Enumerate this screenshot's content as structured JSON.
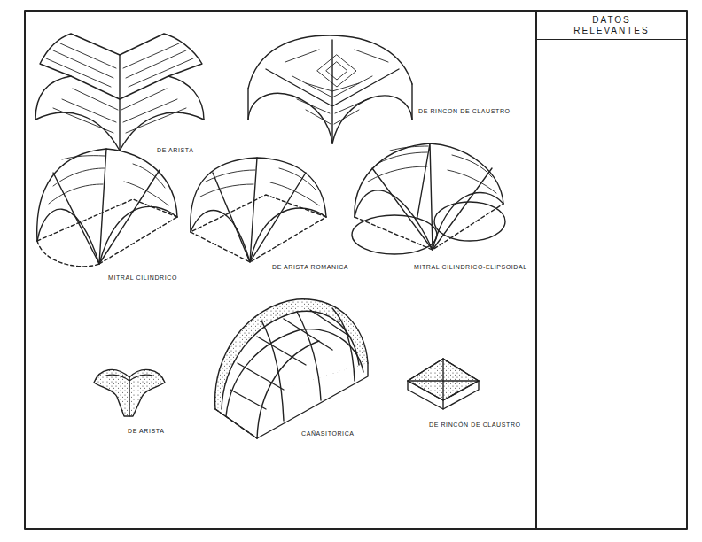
{
  "diagram": {
    "nodes": [
      {
        "text": [
          "DATOS RELEVANTES"
        ]
      }
    ],
    "labels": [
      "DE ARISTA",
      "DE RINCON DE CLAUSTRO",
      "MITRAL CILINDRICO",
      "DE ARISTA ROMANICA",
      "MITRAL CILINDRICO-ELIPSOIDAL",
      "DE ARISTA",
      "CAÑASITORICA",
      "DE RINCÓN DE CLAUSTRO"
    ]
  }
}
